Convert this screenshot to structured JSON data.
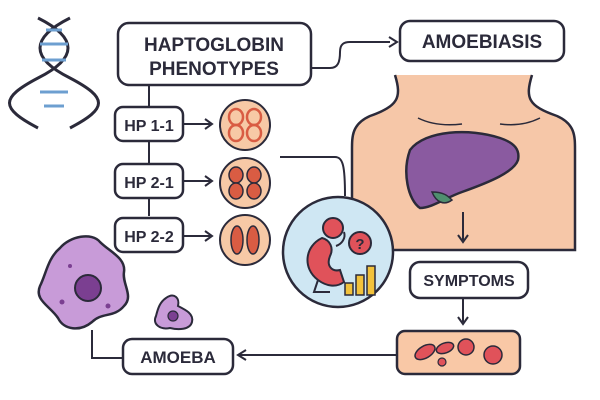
{
  "labels": {
    "title_line1": "HAPTOGLOBIN",
    "title_line2": "PHENOTYPES",
    "amoebiasis": "AMOEBIASIS",
    "hp11": "HP 1-1",
    "hp21": "HP 2-1",
    "hp22": "HP 2-2",
    "symptoms": "SYMPTOMS",
    "amoeba": "AMOEBA",
    "question_mark": "?"
  },
  "colors": {
    "outline": "#2b2a3a",
    "skin": "#f6c7a8",
    "liver": "#8a5aa0",
    "gallbladder": "#4f8f6f",
    "phenotype_circle": "#f7c9a6",
    "molecule": "#d95c43",
    "patient_circle": "#cfe7f3",
    "patient_figure": "#e0525a",
    "bars": "#f2c23c",
    "blood_panel": "#f9c8a6",
    "blood_cell": "#e0525a",
    "amoeba": "#c89bd8",
    "amoeba_nucleus": "#7b3f91",
    "dna_blue": "#6d9fd0"
  }
}
